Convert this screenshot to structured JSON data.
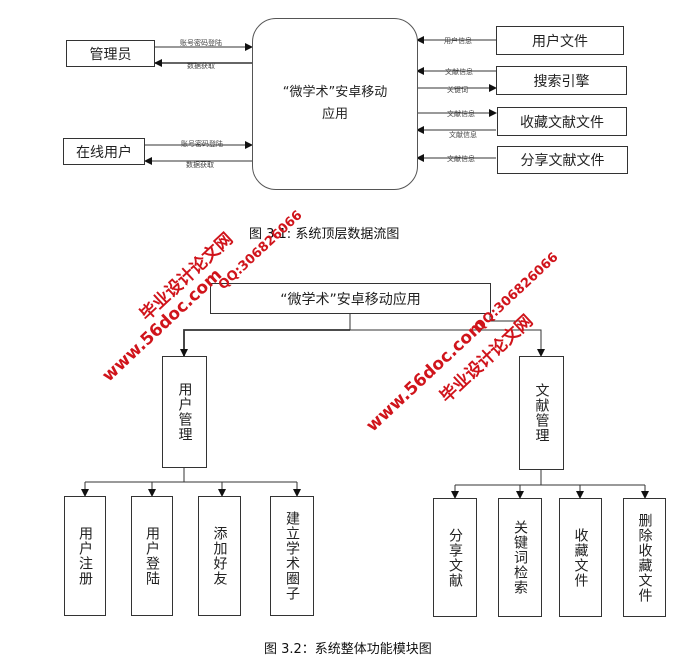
{
  "dfd": {
    "center_node": {
      "line1": "“微学术”安卓移动",
      "line2": "应用"
    },
    "left_entities": [
      {
        "label": "管理员",
        "flow_in": "账号密码登陆",
        "flow_out": "数据获取"
      },
      {
        "label": "在线用户",
        "flow_in": "账号密码登陆",
        "flow_out": "数据获取"
      }
    ],
    "right_stores": [
      {
        "label": "用户文件"
      },
      {
        "label": "搜索引擎"
      },
      {
        "label": "收藏文献文件"
      },
      {
        "label": "分享文献文件"
      }
    ],
    "right_flows": [
      "用户信息",
      "文献信息",
      "关键词",
      "文献信息",
      "文献信息",
      "文献信息"
    ],
    "caption": "图 3.1: 系统顶层数据流图"
  },
  "module_chart": {
    "root": "“微学术”安卓移动应用",
    "branches": [
      {
        "label": "用户管理",
        "children": [
          "用户注册",
          "用户登陆",
          "添加好友",
          "建立学术圈子"
        ]
      },
      {
        "label": "文献管理",
        "children": [
          "分享文献",
          "关键词检索",
          "收藏文件",
          "删除收藏文件"
        ]
      }
    ],
    "caption": "图 3.2：系统整体功能模块图"
  },
  "watermarks": [
    {
      "site_name": "毕业设计论文网",
      "url": "www.56doc.com",
      "qq": "QQ:306826066"
    },
    {
      "site_name": "毕业设计论文网",
      "url": "www.56doc.com",
      "qq": "QQ:306826066"
    }
  ],
  "colors": {
    "line": "#333333",
    "watermark": "#d0141b"
  }
}
